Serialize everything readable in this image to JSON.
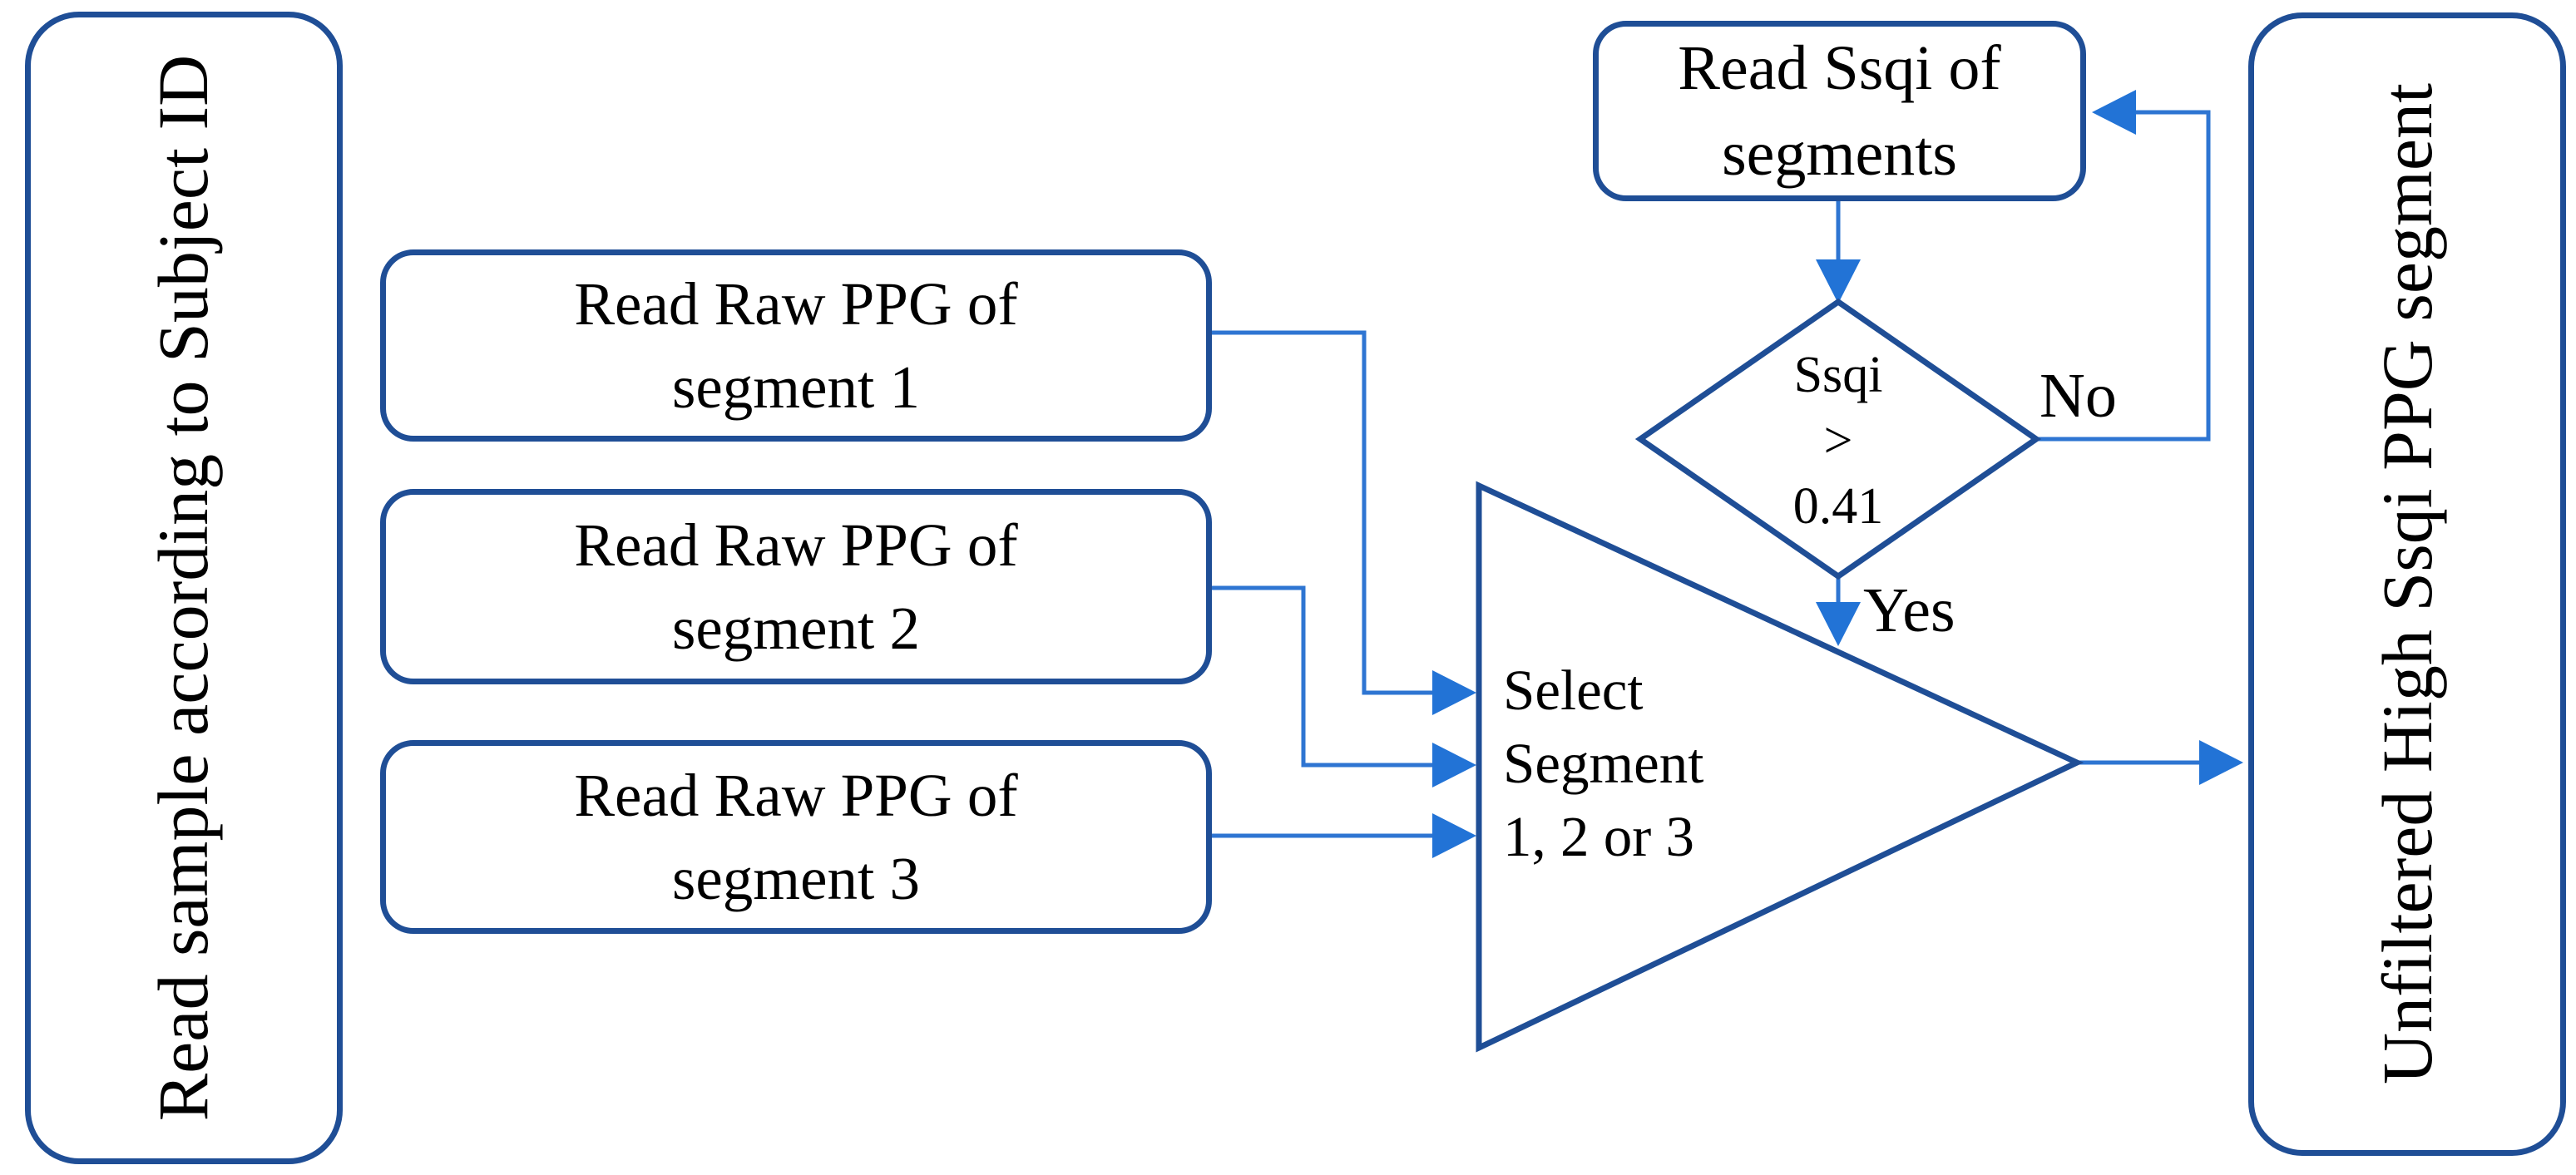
{
  "nodes": {
    "read_sample": {
      "label": "Read sample according to Subject ID"
    },
    "segment1": {
      "lines": [
        "Read Raw PPG of",
        "segment 1"
      ]
    },
    "segment2": {
      "lines": [
        "Read Raw PPG of",
        "segment 2"
      ]
    },
    "segment3": {
      "lines": [
        "Read Raw PPG of",
        "segment 3"
      ]
    },
    "read_ssqi": {
      "lines": [
        "Read Ssqi of",
        "segments"
      ]
    },
    "decision": {
      "lines": [
        "Ssqi",
        ">",
        "0.41"
      ]
    },
    "selector": {
      "lines": [
        "Select",
        "Segment",
        "1, 2 or 3"
      ]
    },
    "output": {
      "label": "Unfiltered High Ssqi PPG segment"
    }
  },
  "edge_labels": {
    "no": "No",
    "yes": "Yes"
  },
  "colors": {
    "shape_border": "#1f4e96",
    "connector": "#2e75d2",
    "arrowhead": "#2273d6",
    "shape_fill": "#ffffff",
    "text": "#000000",
    "background": "#ffffff"
  }
}
